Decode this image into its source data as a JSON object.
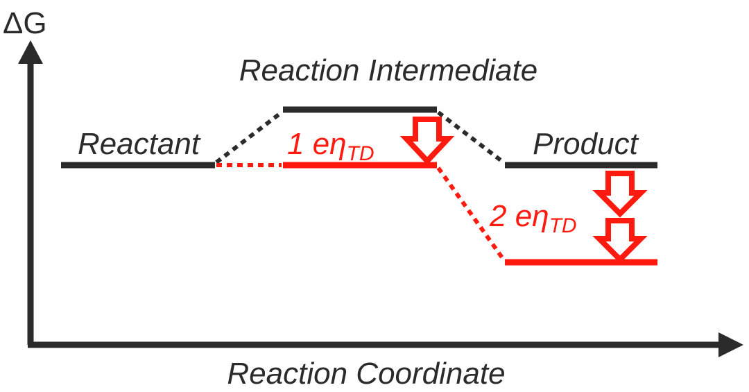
{
  "axes": {
    "y_label": "ΔG",
    "x_label": "Reaction Coordinate"
  },
  "states": {
    "reactant": "Reactant",
    "intermediate": "Reaction Intermediate",
    "product": "Product"
  },
  "overpotential": {
    "one_prefix": "1 eη",
    "one_sub": "TD",
    "two_prefix": "2 eη",
    "two_sub": "TD"
  },
  "colors": {
    "baseline": "#2b2b2b",
    "shifted": "#ff1a0f"
  }
}
